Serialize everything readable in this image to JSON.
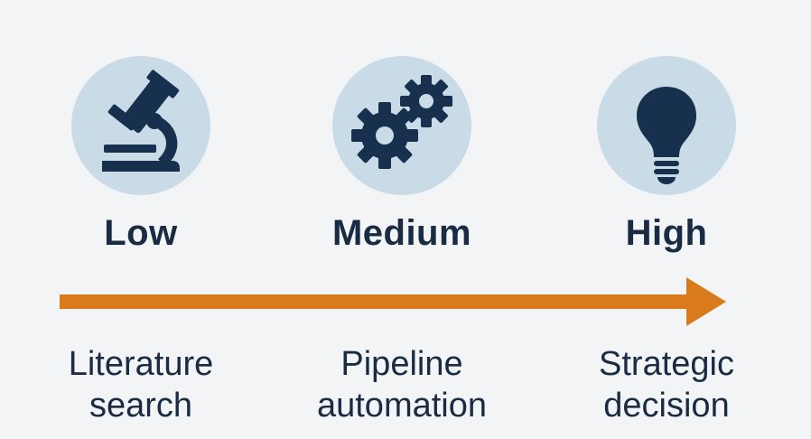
{
  "stages": [
    {
      "icon": "microscope-icon",
      "level": "Low",
      "task_line1": "Literature",
      "task_line2": "search"
    },
    {
      "icon": "gears-icon",
      "level": "Medium",
      "task_line1": "Pipeline",
      "task_line2": "automation"
    },
    {
      "icon": "lightbulb-icon",
      "level": "High",
      "task_line1": "Strategic",
      "task_line2": "decision"
    }
  ],
  "colors": {
    "background": "#f3f4f5",
    "icon_circle": "#c9dbe7",
    "icon_fill": "#16304d",
    "text": "#1a2b44",
    "arrow": "#d97a1d"
  }
}
